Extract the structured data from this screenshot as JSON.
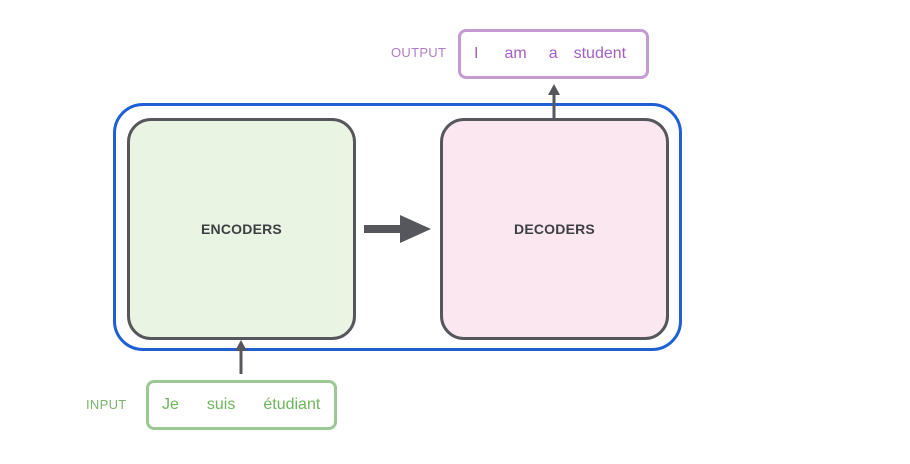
{
  "diagram": {
    "encoders_label": "ENCODERS",
    "decoders_label": "DECODERS",
    "input": {
      "label": "INPUT",
      "tokens": [
        "Je",
        "suis",
        "étudiant"
      ]
    },
    "output": {
      "label": "OUTPUT",
      "tokens": [
        "I",
        "am",
        "a",
        "student"
      ]
    },
    "colors": {
      "container_border": "#1f5fd6",
      "stack_border": "#55575c",
      "encoders_fill": "#eaf4e2",
      "decoders_fill": "#fbe7f0",
      "input_text": "#6db55a",
      "input_border": "#9cc894",
      "output_text": "#a45fc4",
      "output_border": "#c39bd3",
      "arrow": "#55575c"
    }
  }
}
